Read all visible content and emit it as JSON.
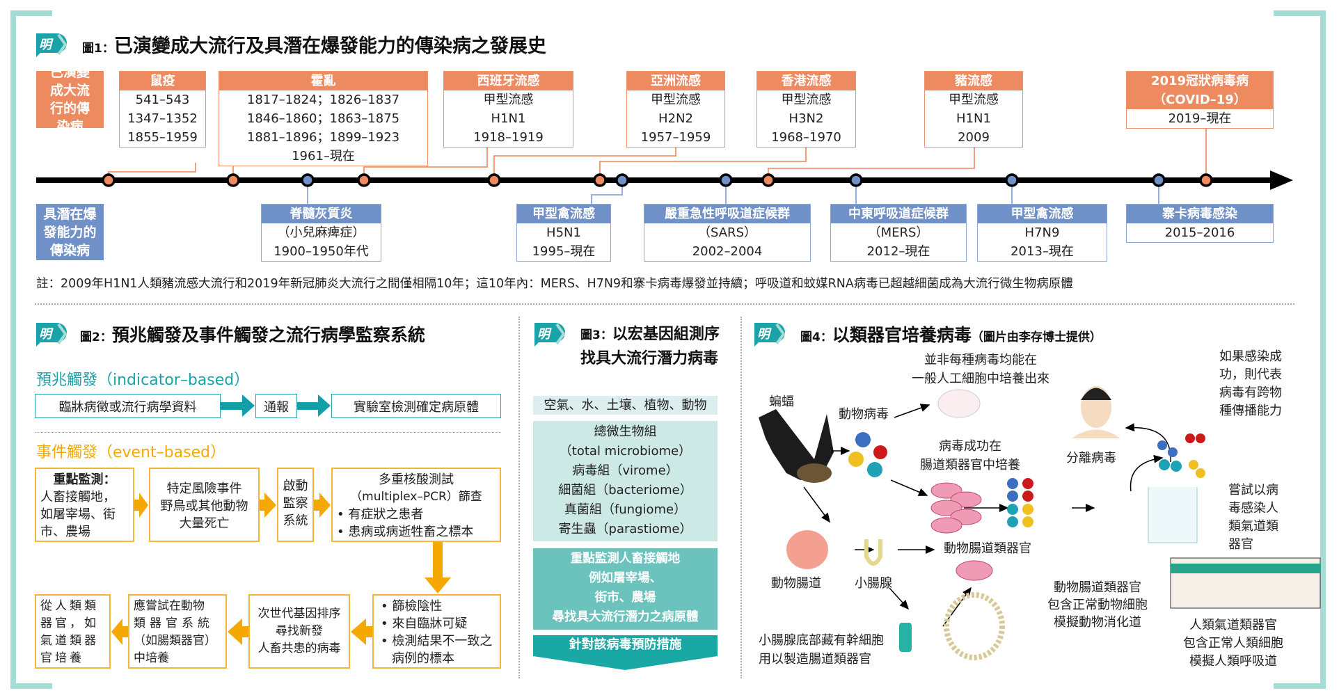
{
  "fig1": {
    "label": "圖1：",
    "title": "已演變成大流行及具潛在爆發能力的傳染病之發展史",
    "pandemic_label": "已演變成大流行的傳染病",
    "potential_label": "具潛在爆發能力的傳染病",
    "pandemics": [
      {
        "name": "鼠疫",
        "lines": [
          "541–543",
          "1347–1352",
          "1855–1959"
        ]
      },
      {
        "name": "霍亂",
        "lines": [
          "1817–1824；1826–1837",
          "1846–1860；1863–1875",
          "1881–1896；1899–1923",
          "1961–現在"
        ]
      },
      {
        "name": "西班牙流感",
        "lines": [
          "甲型流感",
          "H1N1",
          "1918–1919"
        ]
      },
      {
        "name": "亞洲流感",
        "lines": [
          "甲型流感",
          "H2N2",
          "1957–1959"
        ]
      },
      {
        "name": "香港流感",
        "lines": [
          "甲型流感",
          "H3N2",
          "1968–1970"
        ]
      },
      {
        "name": "豬流感",
        "lines": [
          "甲型流感",
          "H1N1",
          "2009"
        ]
      },
      {
        "name": "2019冠狀病毒病",
        "name2": "（COVID–19）",
        "lines": [
          "2019–現在"
        ]
      }
    ],
    "potentials": [
      {
        "name": "脊髓灰質炎",
        "lines": [
          "（小兒麻痺症）",
          "1900–1950年代"
        ]
      },
      {
        "name": "甲型禽流感",
        "lines": [
          "H5N1",
          "1995–現在"
        ]
      },
      {
        "name": "嚴重急性呼吸道症候群",
        "lines": [
          "（SARS）",
          "2002–2004"
        ]
      },
      {
        "name": "中東呼吸道症候群",
        "lines": [
          "（MERS）",
          "2012–現在"
        ]
      },
      {
        "name": "甲型禽流感",
        "lines": [
          "H7N9",
          "2013–現在"
        ]
      },
      {
        "name": "寨卡病毒感染",
        "lines": [
          "2015–2016"
        ]
      }
    ],
    "note": "註：2009年H1N1人類豬流感大流行和2019年新冠肺炎大流行之間僅相隔10年；這10年內：MERS、H7N9和寨卡病毒爆發並持續；呼吸道和蚊媒RNA病毒已超越細菌成為大流行微生物病原體"
  },
  "fig2": {
    "label": "圖2：",
    "title": "預兆觸發及事件觸發之流行病學監察系統",
    "indicator_title": "預兆觸發（indicator–based）",
    "indicator_steps": [
      "臨牀病徵或流行病學資料",
      "通報",
      "實驗室檢測確定病原體"
    ],
    "event_title": "事件觸發（event–based）",
    "event_boxes": {
      "focus": [
        "重點監測：",
        "人畜接觸地，",
        "如屠宰場、街",
        "市、農場"
      ],
      "risk": [
        "特定風險事件",
        "野鳥或其他動物",
        "大量死亡"
      ],
      "activate": [
        "啟動",
        "監察",
        "系統"
      ],
      "pcr": {
        "title": [
          "多重核酸測試",
          "（multiplex–PCR）篩查"
        ],
        "bullets": [
          "有症狀之患者",
          "患病或病逝牲畜之標本"
        ]
      },
      "screen": [
        "篩檢陰性",
        "來自臨牀可疑",
        "檢測結果不一致之病例的標本"
      ],
      "ngs": [
        "次世代基因排序",
        "尋找新發",
        "人畜共患的病毒"
      ],
      "animal_organoid": [
        "應嘗試在動物",
        "類器官系統",
        "（如腸類器官）",
        "中培養"
      ],
      "human_organoid": [
        "從人類類",
        "器官，如",
        "氣道類器",
        "官培養"
      ]
    }
  },
  "fig3": {
    "label": "圖3：",
    "title": [
      "以宏基因組測序",
      "找具大流行潛力病毒"
    ],
    "sources": "空氣、水、土壤、植物、動物",
    "microbiome": [
      "總微生物組",
      "（total microbiome）",
      "病毒組（virome）",
      "細菌組（bacteriome）",
      "真菌組（fungiome）",
      "寄生蟲（parastiome）"
    ],
    "focus": [
      "重點監測人畜接觸地",
      "例如屠宰場、",
      "街市、農場",
      "尋找具大流行潛力之病原體"
    ],
    "action": "針對該病毒預防措施"
  },
  "fig4": {
    "label": "圖4：",
    "title": "以類器官培養病毒",
    "credit": "（圖片由李存博士提供）",
    "bat": "蝙蝠",
    "animal_virus": "動物病毒",
    "not_every": [
      "並非每種病毒均能在",
      "一般人工細胞中培養出來"
    ],
    "success": [
      "病毒成功在",
      "腸道類器官中培養"
    ],
    "isolate": "分離病毒",
    "if_success": [
      "如果感染成",
      "功，則代表",
      "病毒有跨物",
      "種傳播能力"
    ],
    "try_infect": [
      "嘗試以病",
      "毒感染人",
      "類氣道類",
      "器官"
    ],
    "animal_gut_organoid": "動物腸道類器官",
    "animal_gut": "動物腸道",
    "crypt": "小腸腺",
    "organoid_desc": [
      "動物腸道類器官",
      "包含正常動物細胞",
      "模擬動物消化道"
    ],
    "stem_cell": [
      "小腸腺底部藏有幹細胞",
      "用以製造腸道類器官"
    ],
    "human_desc": [
      "人類氣道類器官",
      "包含正常人類細胞",
      "模擬人類呼吸道"
    ]
  },
  "colors": {
    "orange": "#ee8a5f",
    "blue": "#7090c8",
    "teal": "#1aa3a8",
    "event": "#f5a800",
    "frame": "#a6dcd6"
  }
}
